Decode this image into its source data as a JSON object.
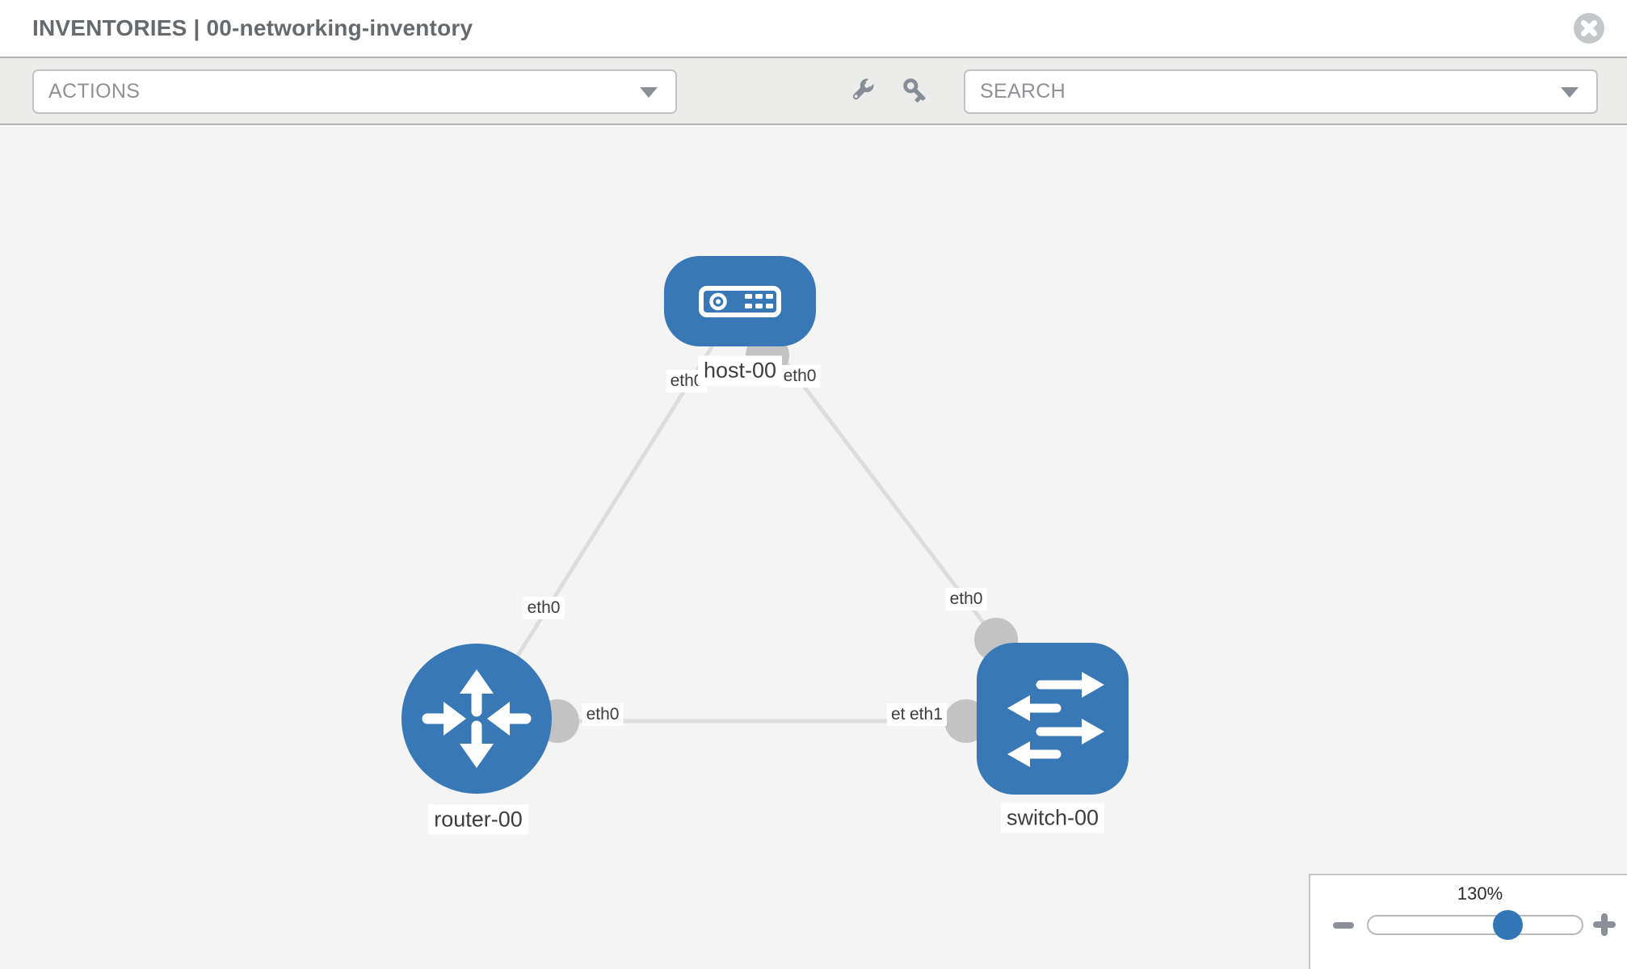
{
  "window": {
    "title": "INVENTORIES | 00-networking-inventory"
  },
  "toolbar": {
    "actions_label": "ACTIONS",
    "search_label": "SEARCH",
    "icons": [
      "wrench-icon",
      "key-icon"
    ]
  },
  "topology": {
    "nodes": [
      {
        "id": "host-00",
        "type": "host",
        "label": "host-00"
      },
      {
        "id": "router-00",
        "type": "router",
        "label": "router-00"
      },
      {
        "id": "switch-00",
        "type": "switch",
        "label": "switch-00"
      }
    ],
    "links": [
      {
        "source": "host-00",
        "target": "router-00",
        "source_iface": "eth0",
        "target_iface": "eth0"
      },
      {
        "source": "host-00",
        "target": "switch-00",
        "source_iface": "eth0",
        "target_iface": "eth0"
      },
      {
        "source": "router-00",
        "target": "switch-00",
        "source_iface": "eth0",
        "target_iface": "eth1",
        "target_iface_overlapped": "eth0"
      }
    ]
  },
  "zoom_control": {
    "level": "130%"
  },
  "colors": {
    "node_blue": "#3878b6",
    "accent_blue": "#3177b8",
    "edge_gray": "#dcdcdc",
    "port_gray": "#c3c3c3",
    "icon_gray": "#878d96",
    "label_text": "#3d3d3d"
  }
}
